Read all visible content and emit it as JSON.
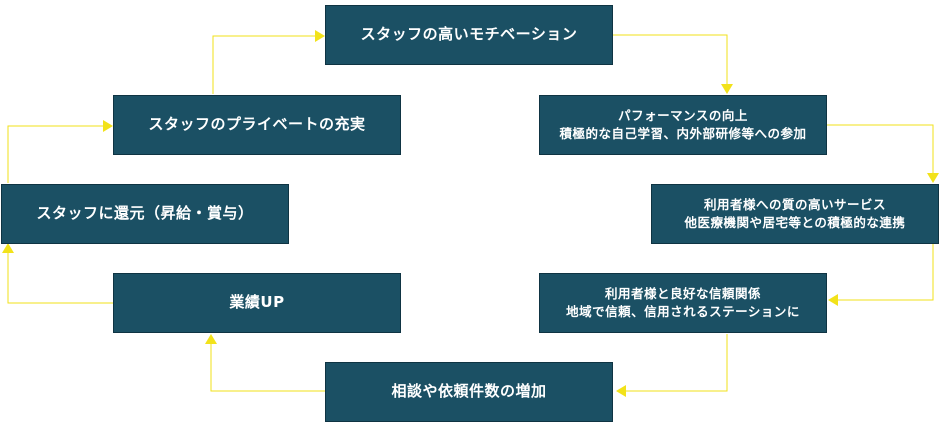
{
  "colors": {
    "box": "#1b5064",
    "arrow": "#f2e21a",
    "text": "#ffffff"
  },
  "nodes": {
    "top": {
      "label": "スタッフの高いモチベーション"
    },
    "performance": {
      "line1": "パフォーマンスの向上",
      "line2": "積極的な自己学習、内外部研修等への参加"
    },
    "service": {
      "line1": "利用者様への質の高いサービス",
      "line2": "他医療機関や居宅等との積極的な連携"
    },
    "trust": {
      "line1": "利用者様と良好な信頼関係",
      "line2": "地域で信頼、信用されるステーションに"
    },
    "consult": {
      "label": "相談や依頼件数の増加"
    },
    "results": {
      "label": "業績UP"
    },
    "reward": {
      "label": "スタッフに還元（昇給・賞与）"
    },
    "private": {
      "label": "スタッフのプライベートの充実"
    }
  }
}
